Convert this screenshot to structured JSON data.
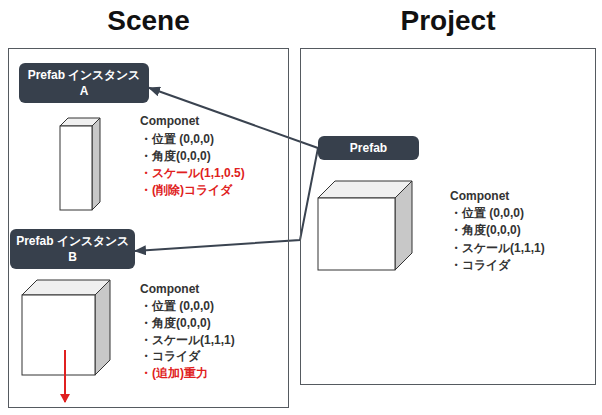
{
  "diagram": {
    "nodes": [
      {
        "text": [
          "Scene"
        ]
      },
      {
        "text": [
          "Project"
        ]
      },
      {
        "text": [
          "Prefab インスタンスA"
        ],
        "in": 0
      },
      {
        "text": [
          "Prefab インスタンスB"
        ],
        "in": 0
      },
      {
        "text": [
          "Prefab"
        ],
        "in": 1
      }
    ],
    "edges": [
      {
        "from": 4,
        "to": 2,
        "arrow": "to"
      },
      {
        "from": 4,
        "to": 3,
        "arrow": "to"
      }
    ],
    "labels": [
      "Componet",
      "・位置 (0,0,0)",
      "・角度(0,0,0)",
      "・スケール(1,1,0.5)",
      "・(削除)コライダ",
      "Componet",
      "・位置 (0,0,0)",
      "・角度(0,0,0)",
      "・スケール(1,1,1)",
      "・コライダ",
      "・(追加)重力",
      "Componet",
      "・位置 (0,0,0)",
      "・角度(0,0,0)",
      "・スケール(1,1,1)",
      "・コライダ"
    ]
  }
}
